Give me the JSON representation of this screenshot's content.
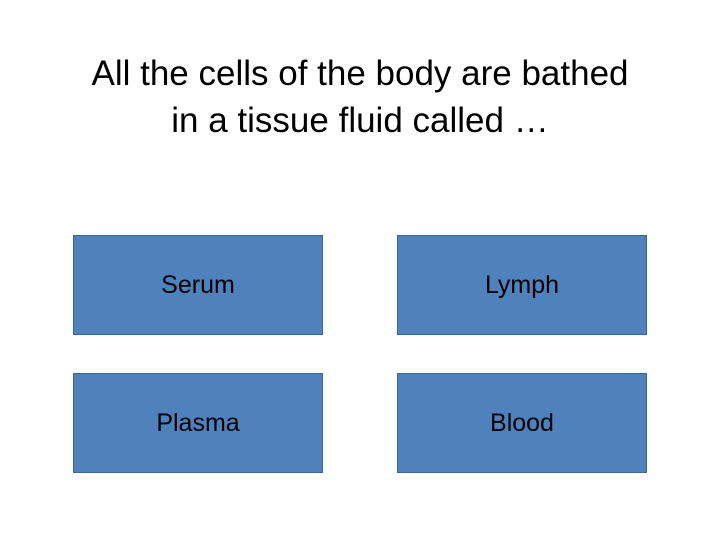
{
  "question": {
    "line1": "All the cells of the body are bathed",
    "line2": "in a tissue fluid called …"
  },
  "answers": [
    {
      "label": "Serum"
    },
    {
      "label": "Lymph"
    },
    {
      "label": "Plasma"
    },
    {
      "label": "Blood"
    }
  ],
  "colors": {
    "answer_fill": "#4f81bd",
    "answer_border": "#3c6696",
    "background": "#ffffff"
  }
}
